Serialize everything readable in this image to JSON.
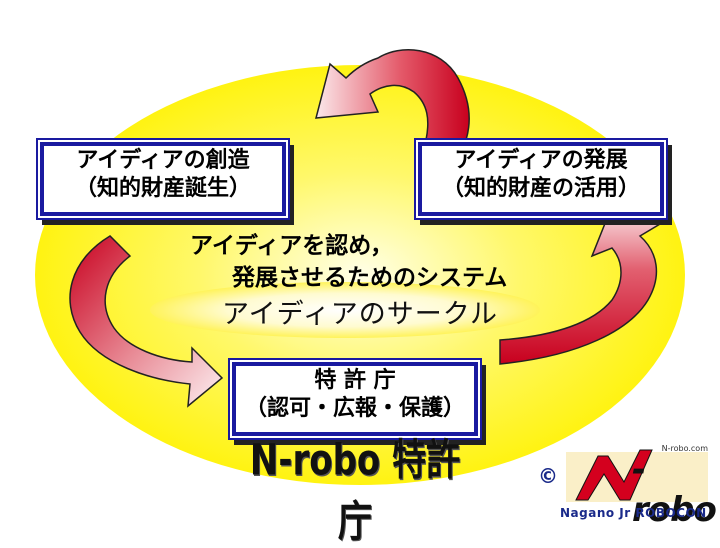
{
  "box_creation": {
    "line1": "アイディアの創造",
    "line2": "（知的財産誕生）"
  },
  "box_development": {
    "line1": "アイディアの発展",
    "line2": "（知的財産の活用）"
  },
  "box_office": {
    "line1": "特 許 庁",
    "line2": "（認可・広報・保護）"
  },
  "center_text": {
    "line1": "アイディアを認め，",
    "line2": "発展させるためのシステム"
  },
  "circle_title": "アイディアのサークル",
  "office_label": "N-robo 特許庁",
  "logo": {
    "copyright": "©",
    "url": "N-robo.com",
    "wordmark": "-robo",
    "subtitle": "Nagano Jr ROBOCON"
  },
  "colors": {
    "ellipse": "#fff200",
    "arrow": "#c8001e",
    "box_border": "#1a1aa0"
  }
}
